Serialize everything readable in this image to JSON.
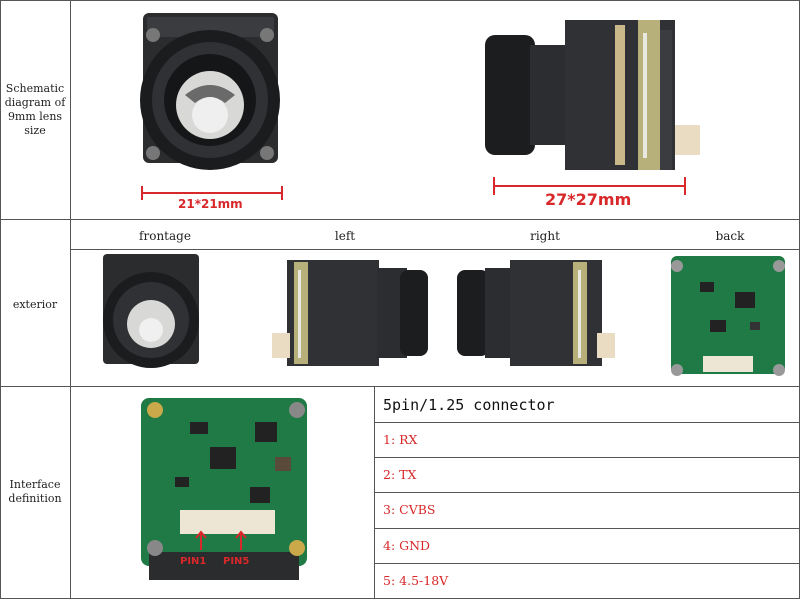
{
  "rows": {
    "schematic": "Schematic diagram of 9mm lens size",
    "exterior": "exterior",
    "interface": "Interface definition"
  },
  "dimensions": {
    "front": "21*21mm",
    "side": "27*27mm"
  },
  "views": {
    "front": "frontage",
    "left": "left",
    "right": "right",
    "back": "back"
  },
  "connector": {
    "title": "5pin/1.25 connector",
    "pins": [
      "1: RX",
      "2: TX",
      "3: CVBS",
      "4: GND",
      "5: 4.5-18V"
    ]
  },
  "board_labels": {
    "pin1": "PIN1",
    "pin5": "PIN5"
  },
  "colors": {
    "dimension": "#d8282a",
    "pcb": "#1f7a45",
    "body": "#2a2c2e"
  }
}
